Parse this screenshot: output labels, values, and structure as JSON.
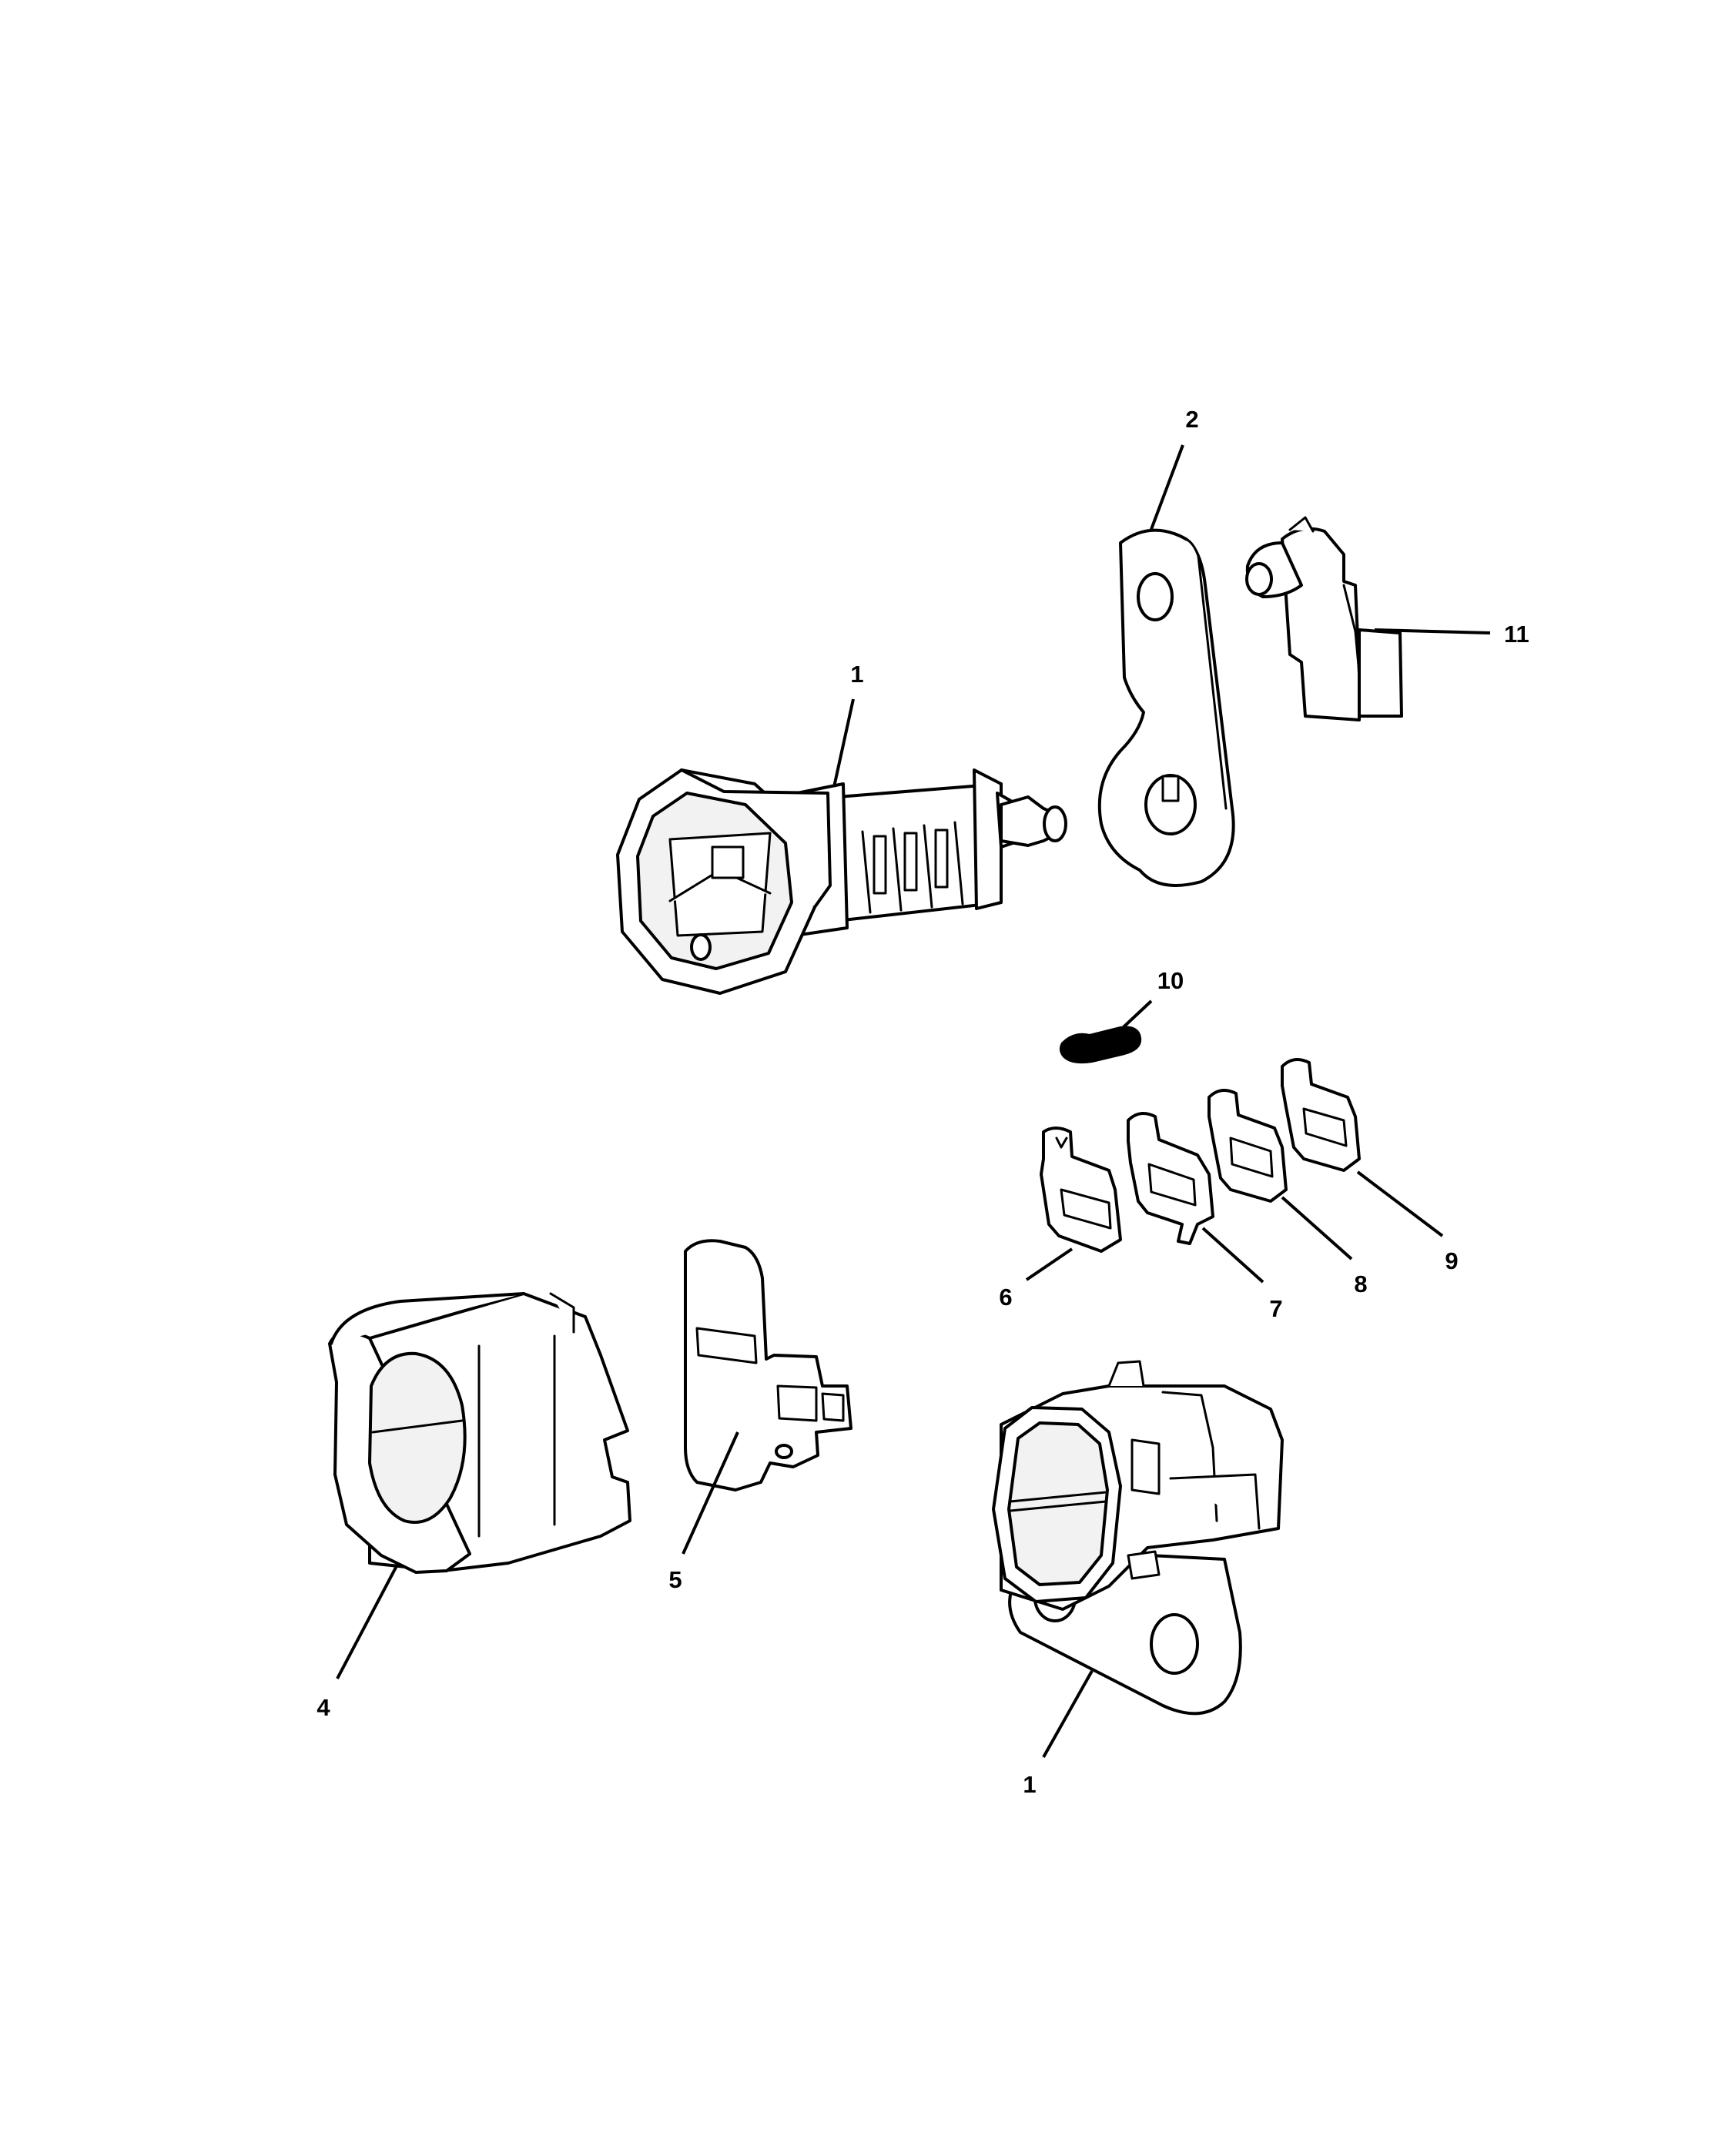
{
  "callouts": {
    "c1_top": "1",
    "c2": "2",
    "c11": "11",
    "c10": "10",
    "c6": "6",
    "c7": "7",
    "c8": "8",
    "c9": "9",
    "c4": "4",
    "c5": "5",
    "c1_bottom": "1"
  },
  "colors": {
    "line": "#000000",
    "background": "#ffffff"
  }
}
